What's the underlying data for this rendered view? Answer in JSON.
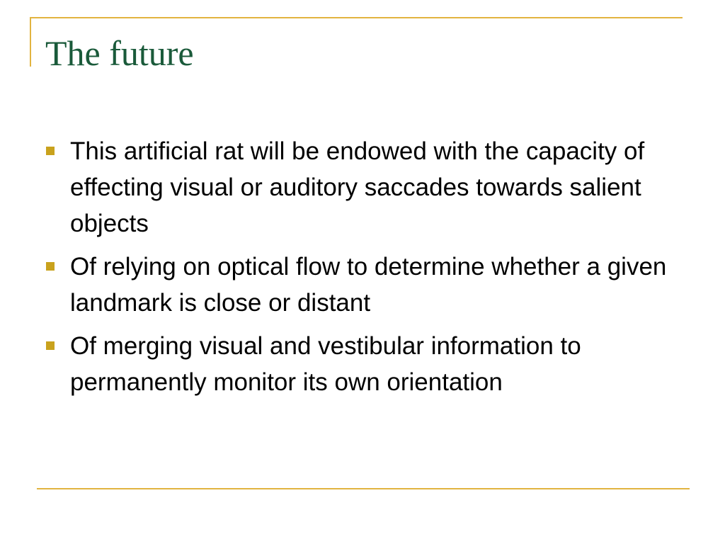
{
  "slide": {
    "title": "The future",
    "bullets": [
      "This artificial rat will be endowed with the capacity of effecting visual or auditory saccades towards salient objects",
      "Of relying on optical flow to determine whether a given landmark is close or distant",
      "Of merging visual and vestibular information to permanently monitor its own orientation"
    ]
  },
  "colors": {
    "accent_line": "#e2b440",
    "bullet_marker": "#c9a21d",
    "title_text": "#1a5a3a",
    "body_text": "#000000"
  },
  "icons": {
    "bullet": "square-bullet-icon"
  }
}
